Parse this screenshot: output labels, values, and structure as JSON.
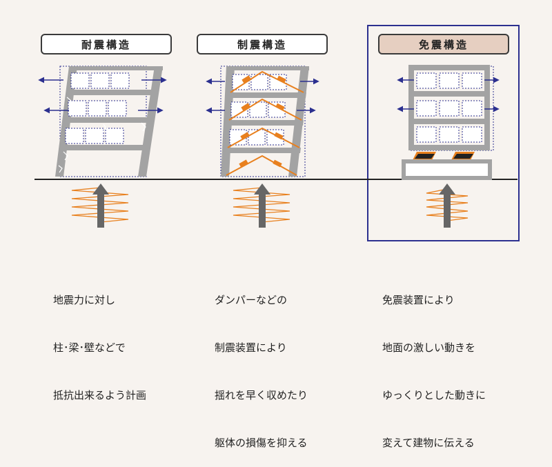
{
  "panels": [
    {
      "title": "耐震構造",
      "lines": [
        "地震力に対し",
        "柱･梁･壁などで",
        "抵抗出来るよう計画"
      ]
    },
    {
      "title": "制震構造",
      "lines": [
        "ダンパーなどの",
        "制震装置により",
        "揺れを早く収めたり",
        "躯体の損傷を抑える"
      ]
    },
    {
      "title": "免震構造",
      "lines": [
        "免震装置により",
        "地面の激しい動きを",
        "ゆっくりとした動きに",
        "変えて建物に伝える"
      ]
    }
  ],
  "colors": {
    "background": "#f7f3ef",
    "frame": "#9a9a9a",
    "arrow_blue": "#2b2f8f",
    "damper_orange": "#e8801e",
    "highlight_fill": "#e6cfc1",
    "highlight_border": "#2b2f8f"
  }
}
